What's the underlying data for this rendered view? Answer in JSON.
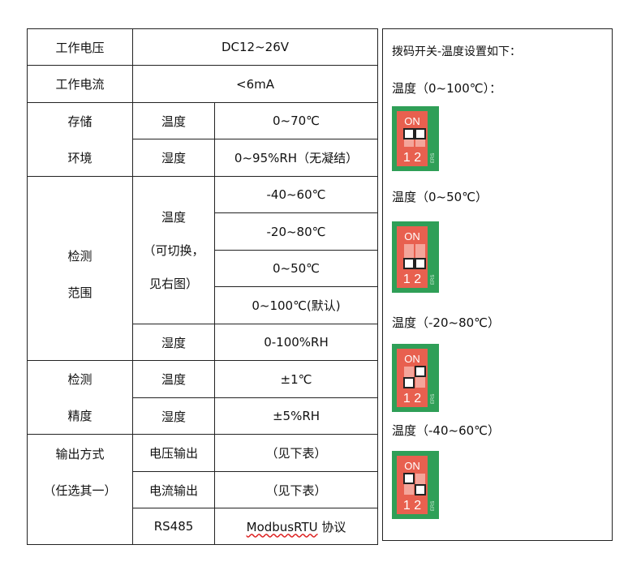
{
  "table": {
    "supply_voltage": {
      "label": "工作电压",
      "value": "DC12~26V"
    },
    "operating_current": {
      "label": "工作电流",
      "value": "<6mA"
    },
    "storage": {
      "label_lines": [
        "存储",
        "环境"
      ],
      "temperature": {
        "label": "温度",
        "value": "0~70℃"
      },
      "humidity": {
        "label": "湿度",
        "value": "0~95%RH（无凝结）"
      }
    },
    "range": {
      "label_lines": [
        "检测",
        "范围"
      ],
      "temperature_label_lines": [
        "温度",
        "（可切换，",
        "见右图）"
      ],
      "temperature_values": [
        "-40~60℃",
        "-20~80℃",
        "0~50℃",
        "0~100℃(默认)"
      ],
      "humidity": {
        "label": "湿度",
        "value": "0-100%RH"
      }
    },
    "accuracy": {
      "label_lines": [
        "检测",
        "精度"
      ],
      "temperature": {
        "label": "温度",
        "value": "±1℃"
      },
      "humidity": {
        "label": "湿度",
        "value": "±5%RH"
      }
    },
    "output": {
      "label_lines": [
        "输出方式",
        "（任选其一）"
      ],
      "voltage": {
        "label": "电压输出",
        "value": "（见下表）"
      },
      "current": {
        "label": "电流输出",
        "value": "（见下表）"
      },
      "rs485": {
        "label": "RS485",
        "value_text": "ModbusRTU",
        "value_suffix": " 协议"
      }
    }
  },
  "dip_panel": {
    "title": "拨码开关-温度设置如下：",
    "switches": [
      {
        "label": "温度（0~100℃）：",
        "on_text": "ON",
        "numbers": "1 2",
        "side_text": "ERS",
        "knob_1": "up",
        "knob_2": "up"
      },
      {
        "label": "温度（0~50℃）",
        "on_text": "ON",
        "numbers": "1 2",
        "side_text": "ERS",
        "knob_1": "down",
        "knob_2": "down"
      },
      {
        "label": "温度（-20~80℃）",
        "on_text": "ON",
        "numbers": "1 2",
        "side_text": "ERS",
        "knob_1": "down",
        "knob_2": "up"
      },
      {
        "label": "温度（-40~60℃）",
        "on_text": "ON",
        "numbers": "1 2",
        "side_text": "ERS",
        "knob_1": "up",
        "knob_2": "down"
      }
    ],
    "colors": {
      "switch_body": "#e8604f",
      "board": "#2f9f57",
      "knob": "#ffffff",
      "knob_border": "#222222"
    }
  }
}
